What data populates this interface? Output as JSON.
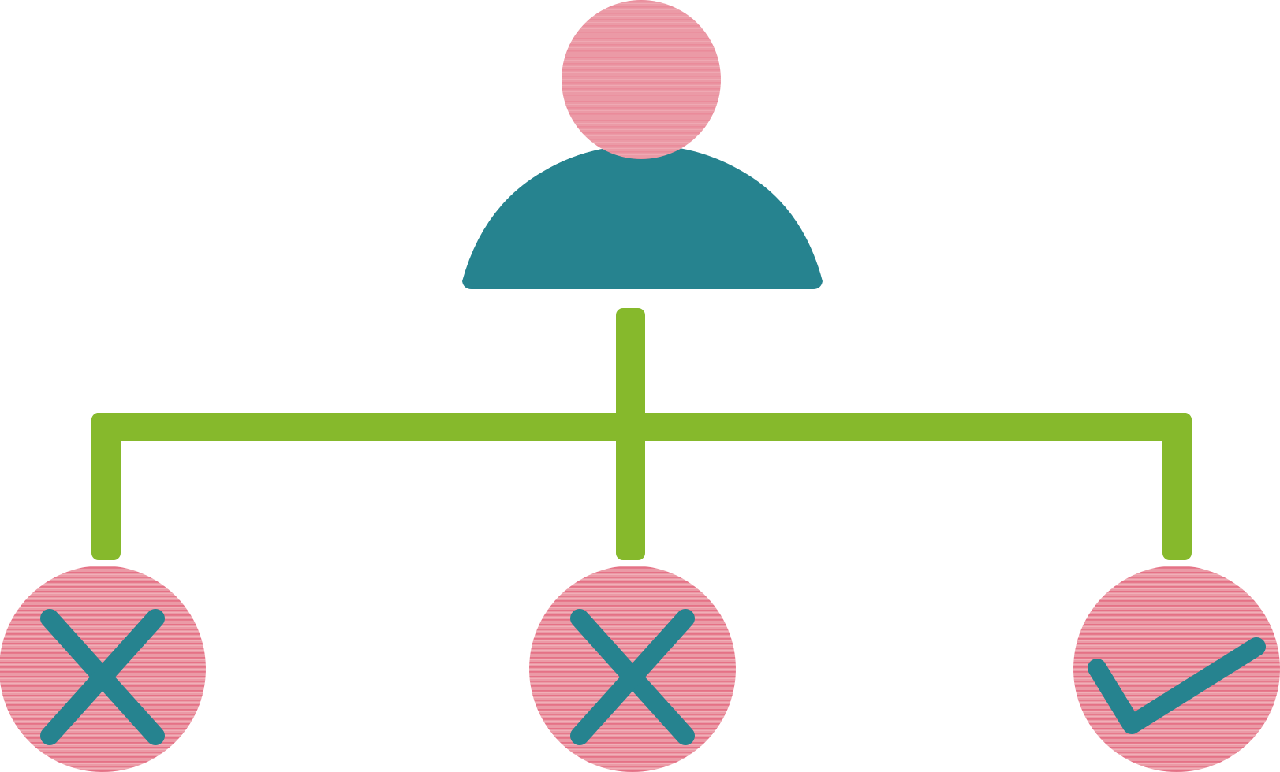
{
  "diagram": {
    "root": {
      "icon": "person-icon"
    },
    "children": [
      {
        "status": "rejected",
        "icon": "cross-icon"
      },
      {
        "status": "rejected",
        "icon": "cross-icon"
      },
      {
        "status": "approved",
        "icon": "check-icon"
      }
    ]
  },
  "colors": {
    "background": "#ffffff",
    "pink_fill": "#eb9aa6",
    "pink_stripe": "#e66a80",
    "teal": "#26838f",
    "green": "#86b92c"
  }
}
